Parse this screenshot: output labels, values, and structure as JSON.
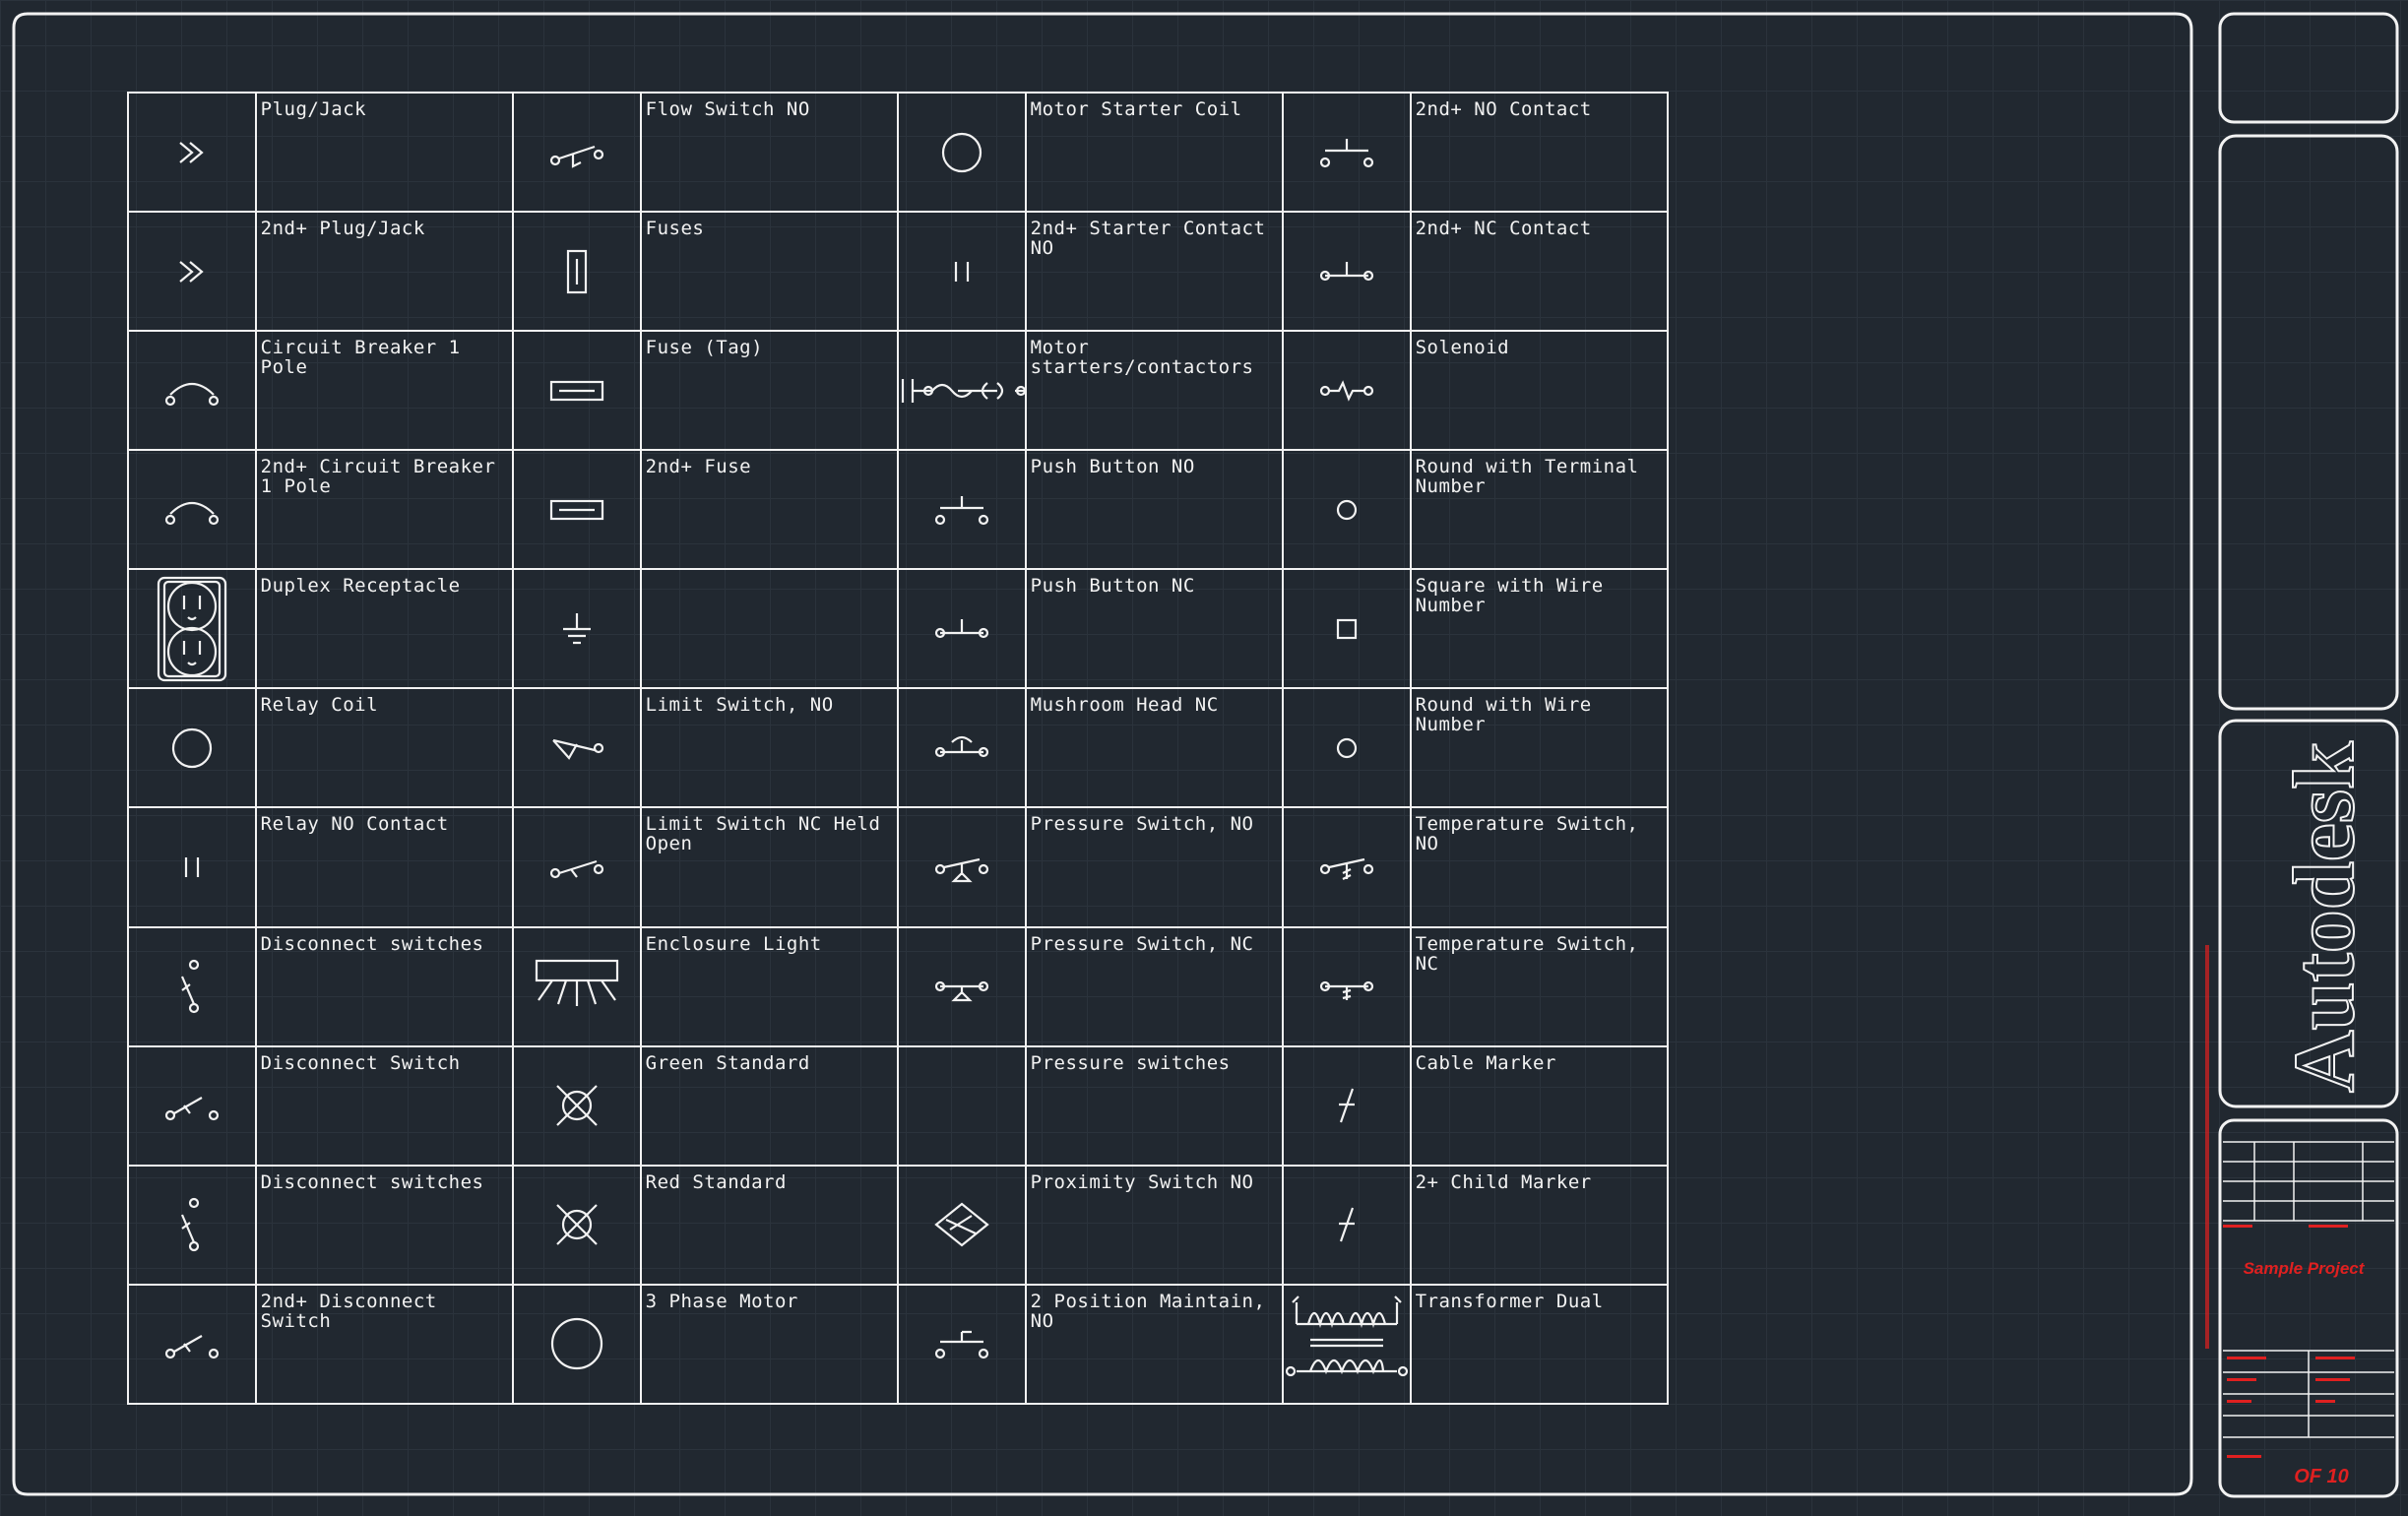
{
  "rows": [
    [
      {
        "symbol": "plug-jack",
        "label": "Plug/Jack"
      },
      {
        "symbol": "flow-switch",
        "label": "Flow Switch NO"
      },
      {
        "symbol": "coil-circle",
        "label": "Motor Starter Coil"
      },
      {
        "symbol": "push-no",
        "label": "2nd+ NO Contact"
      }
    ],
    [
      {
        "symbol": "plug-jack",
        "label": "2nd+ Plug/Jack"
      },
      {
        "symbol": "fuse-vertical",
        "label": "Fuses"
      },
      {
        "symbol": "contact-no",
        "label": "2nd+ Starter Contact NO"
      },
      {
        "symbol": "contact-nc",
        "label": "2nd+ NC Contact"
      }
    ],
    [
      {
        "symbol": "breaker",
        "label": "Circuit Breaker 1 Pole"
      },
      {
        "symbol": "fuse-horizontal",
        "label": "Fuse (Tag)"
      },
      {
        "symbol": "motor-starter",
        "label": "Motor starters/contactors"
      },
      {
        "symbol": "solenoid",
        "label": "Solenoid"
      }
    ],
    [
      {
        "symbol": "breaker",
        "label": "2nd+ Circuit Breaker 1 Pole"
      },
      {
        "symbol": "fuse-horizontal",
        "label": "2nd+ Fuse"
      },
      {
        "symbol": "push-no",
        "label": "Push Button NO"
      },
      {
        "symbol": "small-circle",
        "label": "Round with Terminal Number"
      }
    ],
    [
      {
        "symbol": "duplex-receptacle",
        "label": "Duplex Receptacle"
      },
      {
        "symbol": "ground",
        "label": ""
      },
      {
        "symbol": "contact-nc",
        "label": "Push Button NC"
      },
      {
        "symbol": "small-square",
        "label": "Square with Wire Number"
      }
    ],
    [
      {
        "symbol": "coil-circle",
        "label": "Relay Coil"
      },
      {
        "symbol": "limit-switch-no",
        "label": "Limit Switch, NO"
      },
      {
        "symbol": "mushroom-nc",
        "label": "Mushroom Head NC"
      },
      {
        "symbol": "small-circle",
        "label": "Round with Wire Number"
      }
    ],
    [
      {
        "symbol": "contact-no",
        "label": "Relay NO Contact"
      },
      {
        "symbol": "limit-switch-nc",
        "label": "Limit Switch NC Held Open"
      },
      {
        "symbol": "pressure-no",
        "label": "Pressure Switch, NO"
      },
      {
        "symbol": "temperature-no",
        "label": "Temperature Switch, NO"
      }
    ],
    [
      {
        "symbol": "disconnect-vertical",
        "label": "Disconnect switches"
      },
      {
        "symbol": "enclosure-light",
        "label": "Enclosure Light"
      },
      {
        "symbol": "pressure-nc",
        "label": "Pressure Switch, NC"
      },
      {
        "symbol": "temperature-nc",
        "label": "Temperature Switch, NC"
      }
    ],
    [
      {
        "symbol": "disconnect-horizontal",
        "label": "Disconnect Switch"
      },
      {
        "symbol": "pilot-light",
        "label": "Green Standard"
      },
      {
        "symbol": "none",
        "label": "Pressure switches"
      },
      {
        "symbol": "cable-marker",
        "label": "Cable Marker"
      }
    ],
    [
      {
        "symbol": "disconnect-vertical",
        "label": "Disconnect switches"
      },
      {
        "symbol": "pilot-light",
        "label": "Red Standard"
      },
      {
        "symbol": "proximity",
        "label": "Proximity Switch NO"
      },
      {
        "symbol": "cable-marker",
        "label": "2+ Child Marker"
      }
    ],
    [
      {
        "symbol": "disconnect-horizontal",
        "label": "2nd+ Disconnect Switch"
      },
      {
        "symbol": "motor-circle",
        "label": "3 Phase Motor"
      },
      {
        "symbol": "maintain-no",
        "label": "2 Position Maintain, NO"
      },
      {
        "symbol": "transformer",
        "label": "Transformer Dual"
      }
    ]
  ],
  "title_block": {
    "brand": "Autodesk",
    "project": "Sample Project",
    "sheet": "OF 10"
  },
  "colors": {
    "background": "#212830",
    "line": "#f2f2f2",
    "title_red": "#e02020"
  }
}
